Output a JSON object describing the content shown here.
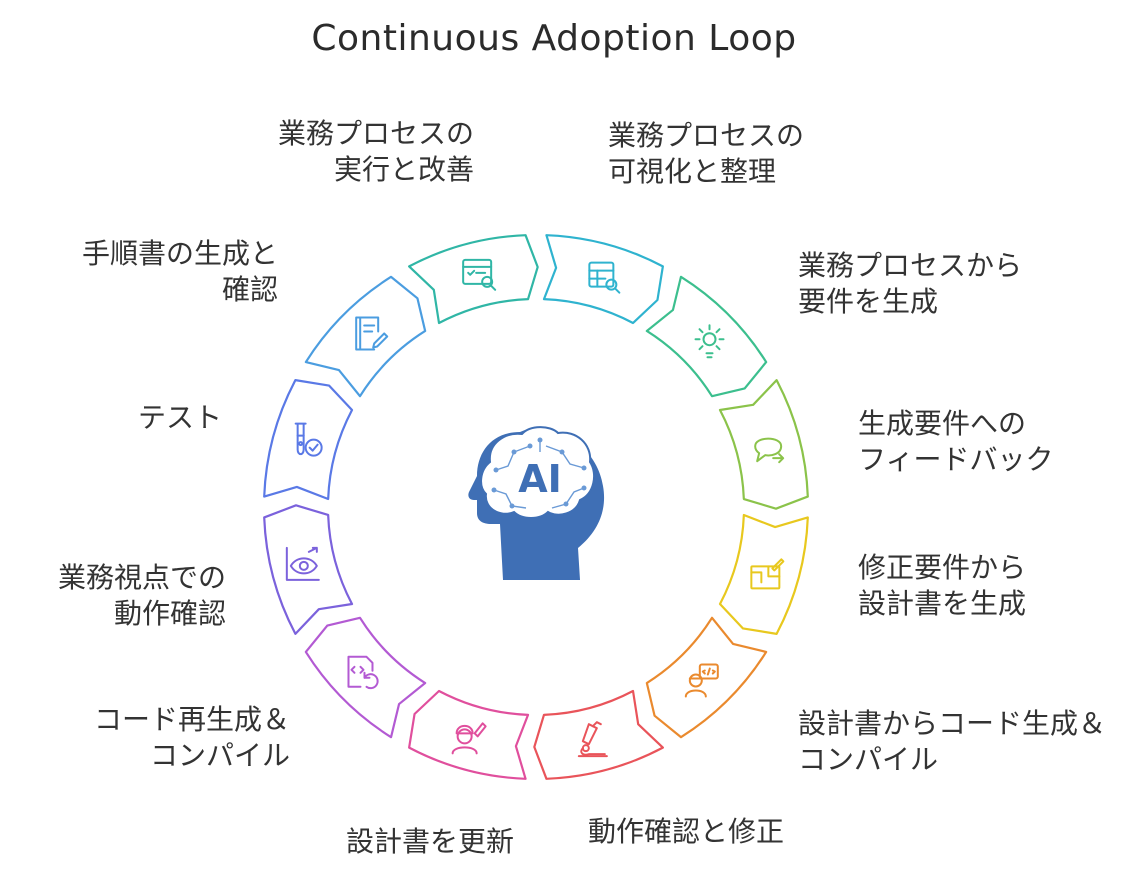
{
  "title": "Continuous Adoption Loop",
  "center": {
    "label": "AI",
    "icon": "ai-brain-head-icon",
    "color": "#3f6fb5"
  },
  "steps": [
    {
      "lines": [
        "業務プロセスの",
        "可視化と整理"
      ],
      "icon": "table-search-icon",
      "color": "#2fb3cf"
    },
    {
      "lines": [
        "業務プロセスから",
        "要件を生成"
      ],
      "icon": "gear-bulb-icon",
      "color": "#3cbf8e"
    },
    {
      "lines": [
        "生成要件への",
        "フィードバック"
      ],
      "icon": "speech-bubble-arrow-icon",
      "color": "#8bc34a"
    },
    {
      "lines": [
        "修正要件から",
        "設計書を生成"
      ],
      "icon": "blueprint-pencil-icon",
      "color": "#e8c81e"
    },
    {
      "lines": [
        "設計書からコード生成＆",
        "コンパイル"
      ],
      "icon": "developer-code-icon",
      "color": "#ea8a2e"
    },
    {
      "lines": [
        "動作確認と修正"
      ],
      "icon": "microscope-icon",
      "color": "#e9545a"
    },
    {
      "lines": [
        "設計書を更新"
      ],
      "icon": "engineer-pencil-icon",
      "color": "#e04f9d"
    },
    {
      "lines": [
        "コード再生成＆",
        "コンパイル"
      ],
      "icon": "code-file-refresh-icon",
      "color": "#b35ad3"
    },
    {
      "lines": [
        "業務視点での",
        "動作確認"
      ],
      "icon": "eye-chart-icon",
      "color": "#7b62dc"
    },
    {
      "lines": [
        "テスト"
      ],
      "icon": "test-tube-check-icon",
      "color": "#5a79e6"
    },
    {
      "lines": [
        "手順書の生成と",
        "確認"
      ],
      "icon": "notebook-pencil-icon",
      "color": "#4b9de0"
    },
    {
      "lines": [
        "業務プロセスの",
        "実行と改善"
      ],
      "icon": "browser-search-icon",
      "color": "#30b6a6"
    }
  ]
}
